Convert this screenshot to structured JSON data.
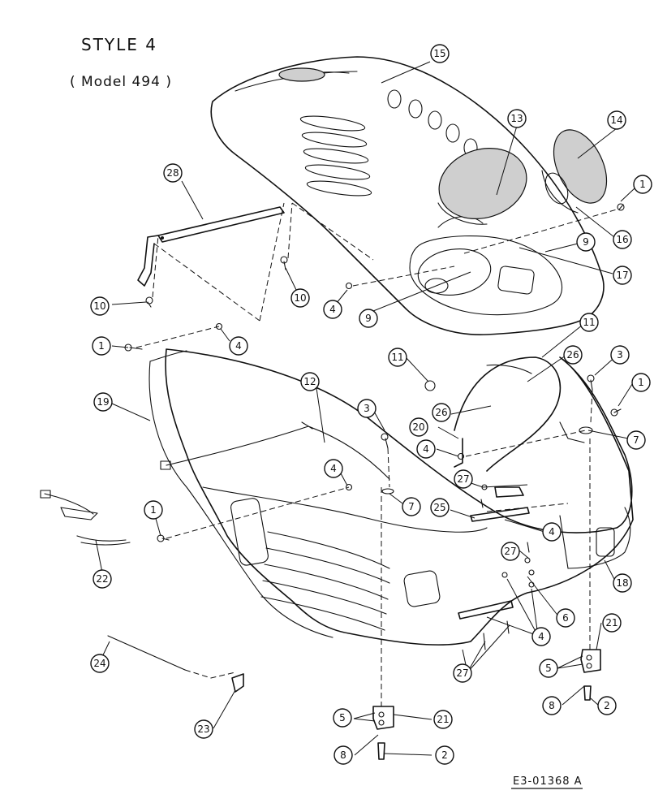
{
  "header": {
    "style_label": "STYLE  4",
    "model_label": "( Model 494 )"
  },
  "drawing_number": "E3-01368 A",
  "callouts": [
    "15",
    "13",
    "14",
    "28",
    "1",
    "16",
    "9",
    "17",
    "10",
    "10",
    "4",
    "9",
    "1",
    "4",
    "11",
    "11",
    "26",
    "3",
    "1",
    "19",
    "12",
    "3",
    "20",
    "26",
    "7",
    "4",
    "4",
    "7",
    "27",
    "25",
    "1",
    "4",
    "27",
    "22",
    "18",
    "6",
    "4",
    "24",
    "21",
    "5",
    "27",
    "8",
    "2",
    "23",
    "5",
    "21",
    "8",
    "2"
  ]
}
